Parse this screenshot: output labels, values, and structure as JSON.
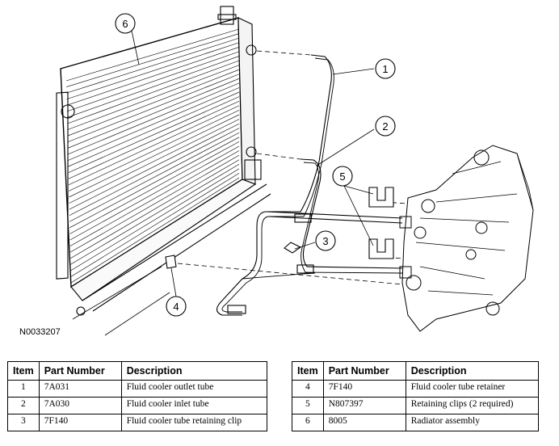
{
  "callouts": [
    "1",
    "2",
    "3",
    "4",
    "5",
    "6"
  ],
  "figure_id": "N0033207",
  "table_headers": {
    "item": "Item",
    "part_number": "Part Number",
    "description": "Description"
  },
  "left_rows": [
    {
      "item": "1",
      "part_number": "7A031",
      "description": "Fluid cooler outlet tube"
    },
    {
      "item": "2",
      "part_number": "7A030",
      "description": "Fluid cooler inlet tube"
    },
    {
      "item": "3",
      "part_number": "7F140",
      "description": "Fluid cooler tube retaining clip"
    }
  ],
  "right_rows": [
    {
      "item": "4",
      "part_number": "7F140",
      "description": "Fluid cooler tube retainer"
    },
    {
      "item": "5",
      "part_number": "N807397",
      "description": "Retaining clips (2 required)"
    },
    {
      "item": "6",
      "part_number": "8005",
      "description": "Radiator assembly"
    }
  ]
}
